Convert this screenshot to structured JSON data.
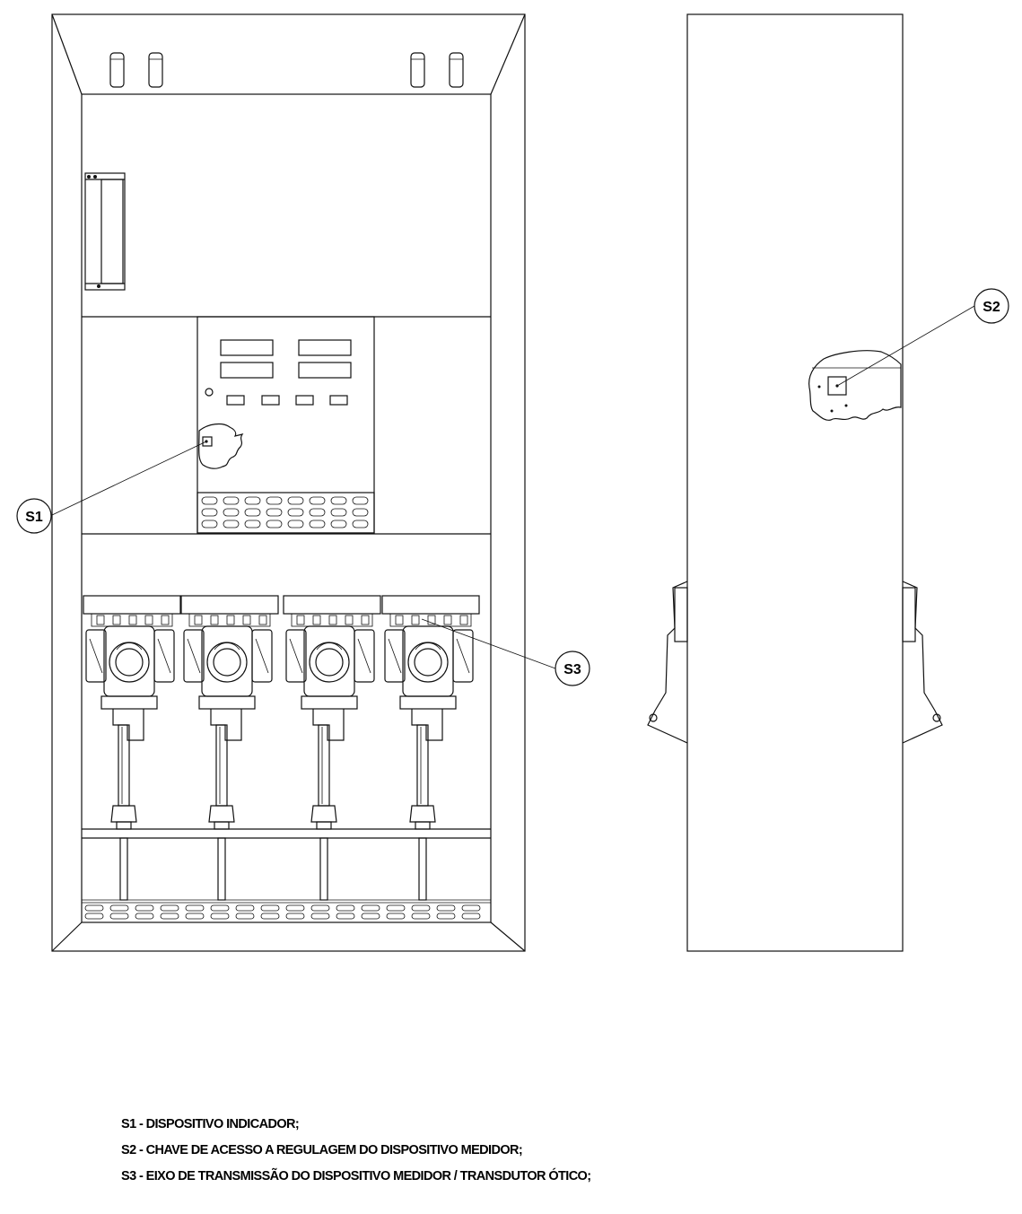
{
  "callouts": {
    "s1": "S1",
    "s2": "S2",
    "s3": "S3"
  },
  "legend": [
    "S1 - DISPOSITIVO INDICADOR;",
    "S2 - CHAVE DE ACESSO A REGULAGEM DO DISPOSITIVO MEDIDOR;",
    "S3 - EIXO DE TRANSMISSÃO DO DISPOSITIVO MEDIDOR / TRANSDUTOR ÓTICO;"
  ]
}
